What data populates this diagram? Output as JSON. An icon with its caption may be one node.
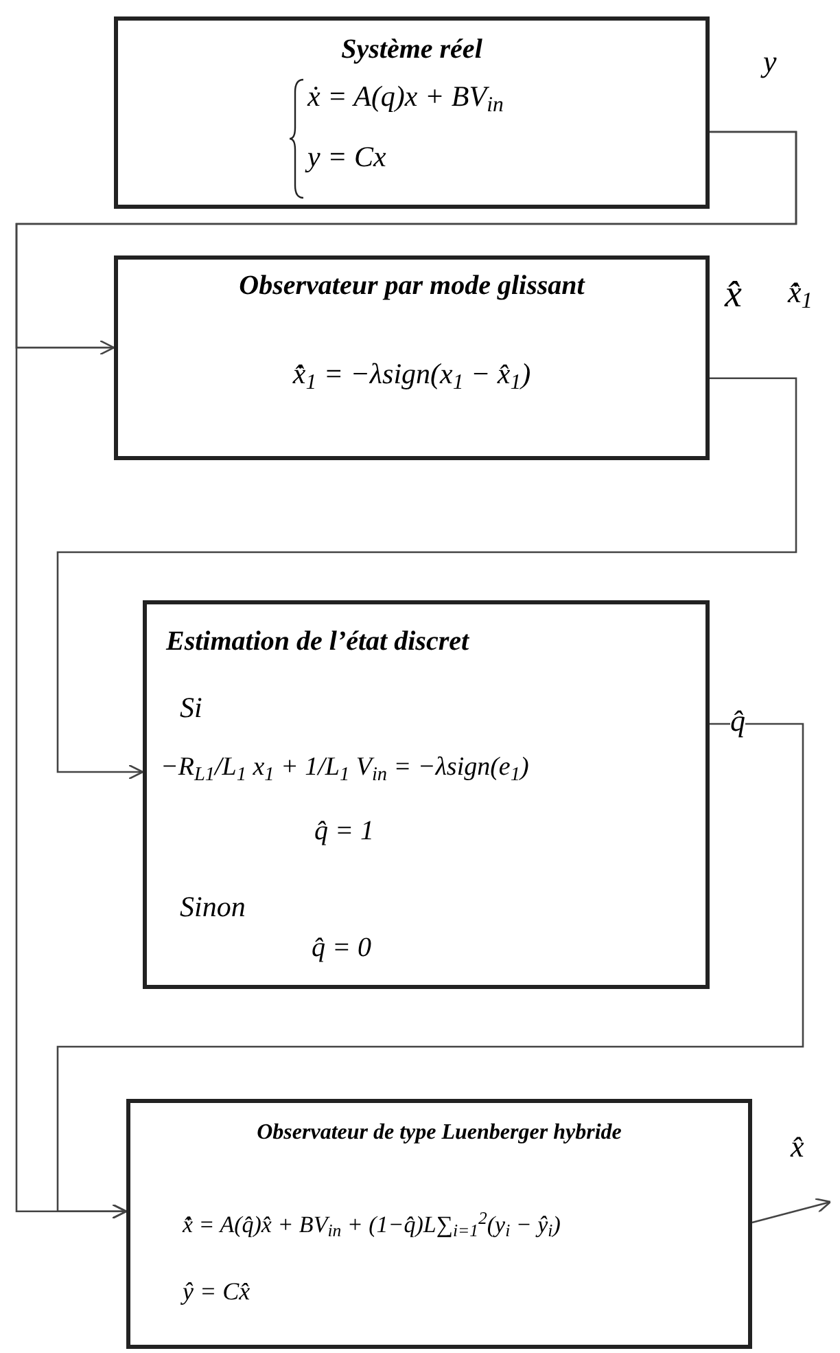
{
  "diagram": {
    "nodes": [
      {
        "text": [
          "Système réel",
          "ẋ = A(q)x + BV$_{in}$",
          "y = Cx"
        ]
      },
      {
        "text": [
          "Observateur par mode glissant",
          "x̂̇$_{1}$ = −λsign(x$_{1}$ − x̂$_{1}$)"
        ]
      },
      {
        "text": [
          "Estimation de l’état discret",
          "Si",
          "−R$_{L1}$/L$_{1}$ x$_{1}$ + 1/L$_{1}$ V$_{in}$ = −λsign(e$_{1}$)",
          "q̂ = 1",
          "Sinon",
          "q̂ = 0"
        ]
      },
      {
        "text": [
          "Observateur de type Luenberger hybride",
          "x̂̇ = A(q̂)x̂ + BV$_{in}$ + (1−q̂)L∑$_{i=1}$$^{2}$(y$_{i}$ − ŷ$_{i}$)",
          "ŷ = Cx̂"
        ]
      }
    ],
    "edges": [
      {
        "from": 0,
        "to": 1,
        "arrow": "to",
        "label": "y"
      },
      {
        "from": 0,
        "to": 3,
        "arrow": "to"
      },
      {
        "from": 1,
        "to": 2,
        "arrow": "to",
        "label": "x̂̇$_{1}$"
      },
      {
        "from": 2,
        "to": 3,
        "arrow": "to",
        "label": "q̂"
      },
      {
        "from": 3,
        "to": null,
        "arrow": "to",
        "label": "x̂"
      }
    ],
    "labels": [
      "x̂"
    ]
  }
}
